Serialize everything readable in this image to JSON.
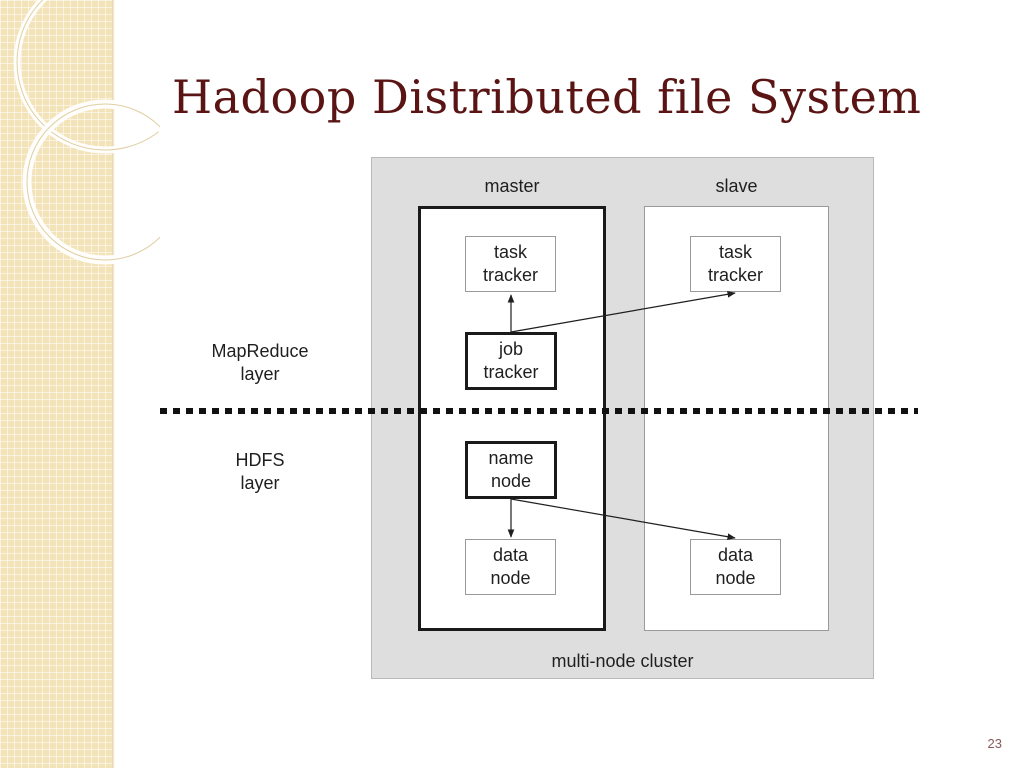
{
  "slide": {
    "title": "Hadoop Distributed file System",
    "page_number": "23"
  },
  "diagram": {
    "cluster_label": "multi-node cluster",
    "master": {
      "label": "master",
      "task_tracker": [
        "task",
        "tracker"
      ],
      "job_tracker": [
        "job",
        "tracker"
      ],
      "name_node": [
        "name",
        "node"
      ],
      "data_node": [
        "data",
        "node"
      ]
    },
    "slave": {
      "label": "slave",
      "task_tracker": [
        "task",
        "tracker"
      ],
      "data_node": [
        "data",
        "node"
      ]
    },
    "layers": {
      "mapreduce": [
        "MapReduce",
        "layer"
      ],
      "hdfs": [
        "HDFS",
        "layer"
      ]
    }
  },
  "colors": {
    "title": "#5a1414",
    "side_strip": "#f3e3b8",
    "cluster_background": "#dedede"
  }
}
